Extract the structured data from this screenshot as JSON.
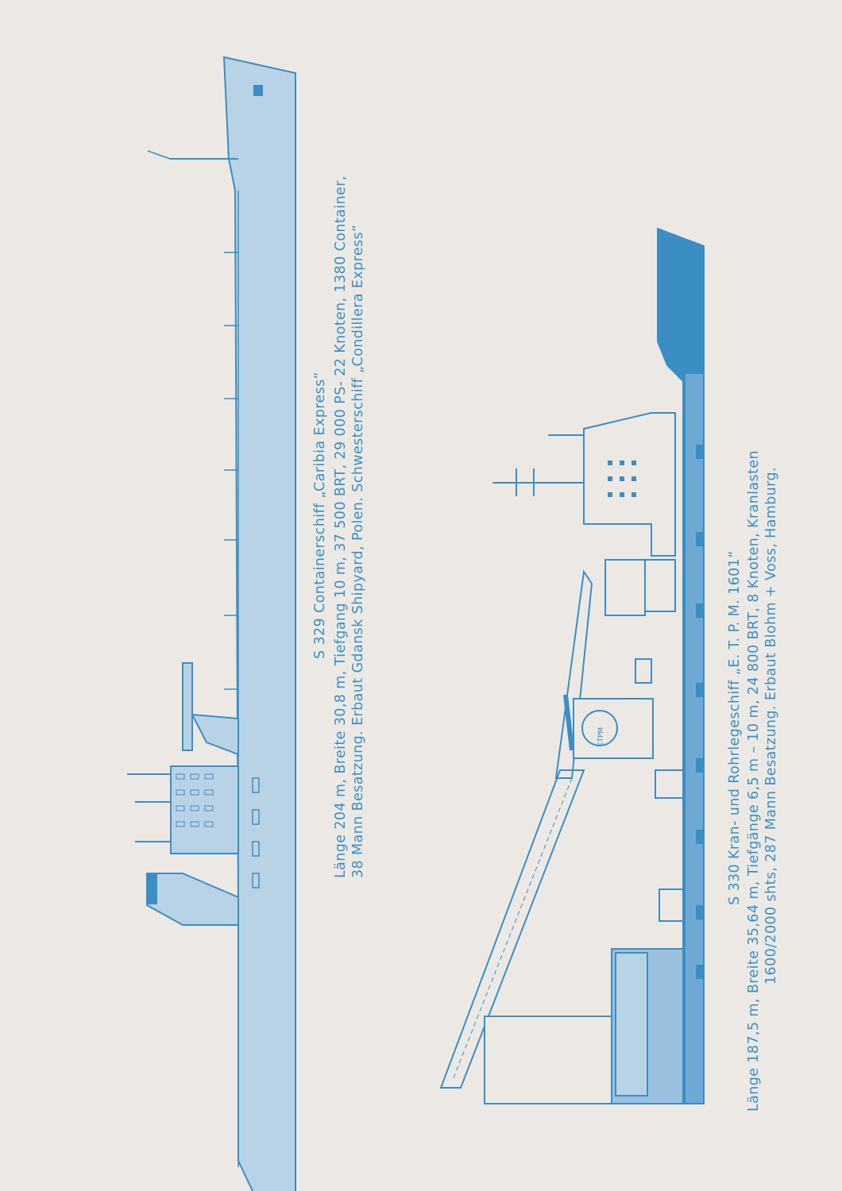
{
  "ship1": {
    "title": "S 329 Containerschiff „Caribia Express“",
    "line1": "Länge 204 m, Breite 30,8 m, Tiefgang 10 m, 37 500 BRT, 29 000 PS- 22 Knoten, 1380 Container,",
    "line2": "38 Mann Besatzung. Erbaut Gdansk Shipyard, Polen. Schwesterschiff „Condillera Express“"
  },
  "ship2": {
    "title": "S 330 Kran- und Rohrlegeschiff „E. T. P. M. 1601“",
    "line1": "Länge 187,5 m, Breite 35,64 m, Tiefgänge 6,5 m – 10 m, 24 800 BRT, 8 Knoten, Kranlasten",
    "line2": "1600/2000 shts, 287 Mann Besatzung. Erbaut Blohm + Voss, Hamburg.",
    "logo_text": "ETPM"
  },
  "colors": {
    "ink": "#3b8ec4",
    "hull_fill": "#b9d3e6",
    "paper": "#ece9e4"
  }
}
